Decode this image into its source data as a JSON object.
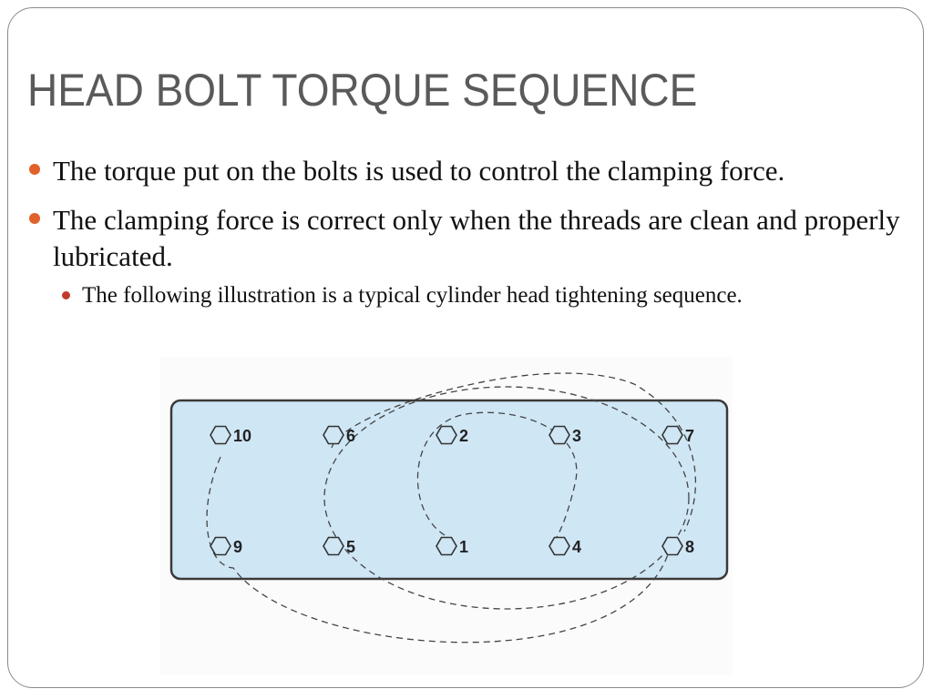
{
  "slide": {
    "title": "HEAD BOLT TORQUE SEQUENCE",
    "bullets": [
      {
        "text": "The torque put on the bolts is used to control the clamping force."
      },
      {
        "text": "The clamping force is correct only when the threads are clean and properly lubricated."
      }
    ],
    "sub_bullets": [
      {
        "text": "The following illustration is a typical cylinder head tightening sequence."
      }
    ],
    "colors": {
      "title": "#5a5a5a",
      "bullet_dot": "#e0622a",
      "sub_bullet_dot": "#c23a2a",
      "head_fill": "#cfe6f5",
      "head_stroke": "#3a3a3a"
    }
  },
  "diagram": {
    "bolts": [
      {
        "label": "10"
      },
      {
        "label": "6"
      },
      {
        "label": "2"
      },
      {
        "label": "3"
      },
      {
        "label": "7"
      },
      {
        "label": "9"
      },
      {
        "label": "5"
      },
      {
        "label": "1"
      },
      {
        "label": "4"
      },
      {
        "label": "8"
      }
    ],
    "sequence": [
      "1",
      "2",
      "3",
      "4",
      "5",
      "6",
      "7",
      "8",
      "9",
      "10"
    ]
  }
}
